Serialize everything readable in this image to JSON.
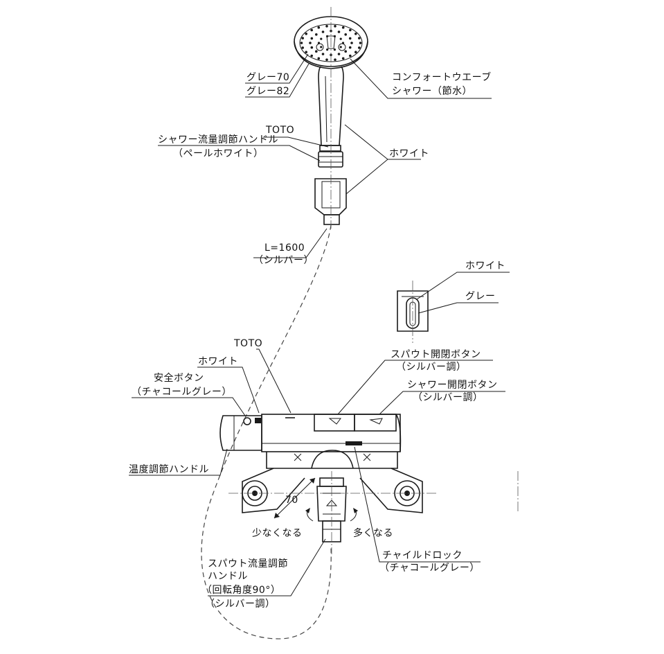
{
  "labels": {
    "grey70": "グレー70",
    "grey82": "グレー82",
    "comfort_line1": "コンフォートウエーブ",
    "comfort_line2": "シャワー（節水）",
    "toto_top": "TOTO",
    "shower_handle_line1": "シャワー流量調節ハンドル",
    "shower_handle_line2": "（ペールホワイト）",
    "white_hose": "ホワイト",
    "hose_length_line1": "L=1600",
    "hose_length_line2": "（シルバー）",
    "holder_white": "ホワイト",
    "holder_grey": "グレー",
    "toto_body": "TOTO",
    "white_body": "ホワイト",
    "safety_button_line1": "安全ボタン",
    "safety_button_line2": "（チャコールグレー）",
    "spout_button_line1": "スパウト開閉ボタン",
    "spout_button_line2": "（シルバー調）",
    "shower_button_line1": "シャワー開閉ボタン",
    "shower_button_line2": "（シルバー調）",
    "temp_handle": "温度調節ハンドル",
    "dim_70": "70",
    "less": "少なくなる",
    "more": "多くなる",
    "child_lock_line1": "チャイルドロック",
    "child_lock_line2": "（チャコールグレー）",
    "spout_flow_line1": "スパウト流量調節",
    "spout_flow_line2": "ハンドル",
    "spout_flow_line3": "（回転角度90°）",
    "spout_flow_line4": "（シルバー調）"
  },
  "colors": {
    "ink": "#1a1a1a",
    "background": "#ffffff"
  }
}
